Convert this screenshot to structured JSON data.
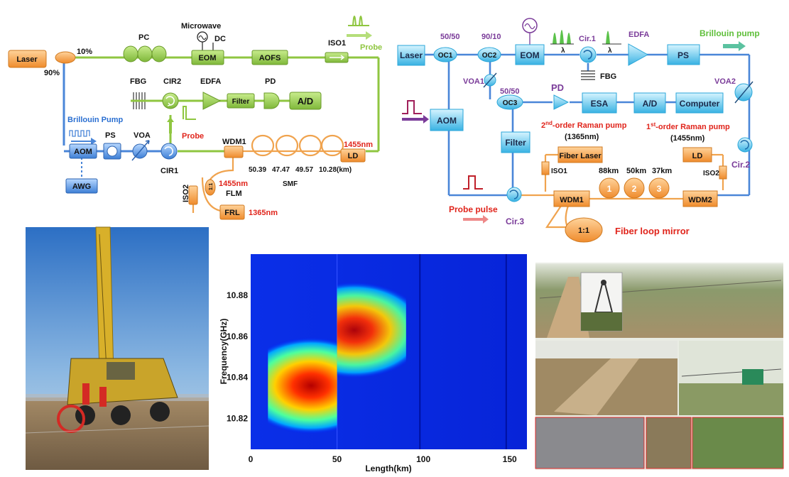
{
  "diagram_left": {
    "laser": "Laser",
    "split_10": "10%",
    "split_90": "90%",
    "pc": "PC",
    "microwave": "Microwave",
    "dc": "DC",
    "eom": "EOM",
    "aofs": "AOFS",
    "iso1": "ISO1",
    "probe_top": "Probe",
    "fbg": "FBG",
    "cir2": "CIR2",
    "edfa": "EDFA",
    "pd": "PD",
    "filter": "Filter",
    "ad": "A/D",
    "probe_mid": "Probe",
    "brillouin_pump": "Brillouin Pump",
    "aom": "AOM",
    "ps": "PS",
    "voa": "VOA",
    "cir1": "CIR1",
    "wdm1": "WDM1",
    "ld_wl": "1455nm",
    "ld": "LD",
    "spans": [
      "50.39",
      "47.47",
      "49.57",
      "10.28(km)"
    ],
    "awg": "AWG",
    "iso2": "ISO2",
    "flm_wl": "1455nm",
    "flm": "FLM",
    "smf": "SMF",
    "frl": "FRL",
    "frl_wl": "1365nm",
    "ratio": "1:1"
  },
  "diagram_right": {
    "laser": "Laser",
    "oc1_ratio": "50/50",
    "oc1": "OC1",
    "oc2_ratio": "90/10",
    "oc2": "OC2",
    "eom": "EOM",
    "lambda": "λ",
    "cir1": "Cir.1",
    "fbg": "FBG",
    "edfa": "EDFA",
    "brillouin_pump": "Brillouin pump",
    "ps": "PS",
    "voa1": "VOA1",
    "voa2": "VOA2",
    "oc3_ratio": "50/50",
    "oc3": "OC3",
    "pd": "PD",
    "esa": "ESA",
    "ad": "A/D",
    "computer": "Computer",
    "aom": "AOM",
    "raman2_pre": "2",
    "raman2_sup": "nd",
    "raman2_post": "-order Raman pump",
    "raman2_wl": "(1365nm)",
    "raman1_pre": "1",
    "raman1_sup": "st",
    "raman1_post": "-order  Raman pump",
    "raman1_wl": "(1455nm)",
    "filter": "Filter",
    "fiber_laser": "Fiber Laser",
    "ld": "LD",
    "iso1": "ISO1",
    "iso2": "ISO2",
    "cir2": "Cir.2",
    "spans": [
      "88km",
      "50km",
      "37km"
    ],
    "span_ids": [
      "1",
      "2",
      "3"
    ],
    "probe_pulse": "Probe pulse",
    "cir3": "Cir.3",
    "wdm1": "WDM1",
    "wdm2": "WDM2",
    "ratio": "1:1",
    "fiber_loop_mirror": "Fiber loop mirror"
  },
  "chart_data": {
    "type": "heatmap",
    "xlabel": "Length(km)",
    "ylabel": "Frequency(GHz)",
    "x_ticks": [
      "0",
      "50",
      "100",
      "150"
    ],
    "y_ticks": [
      "10.88",
      "10.86",
      "10.84",
      "10.82"
    ],
    "xlim": [
      0,
      160
    ],
    "ylim": [
      10.805,
      10.9
    ],
    "colormap": "jet",
    "hotspots": [
      {
        "x_center": 35,
        "x_range": [
          10,
          50
        ],
        "y_center": 10.836,
        "intensity": 1.0
      },
      {
        "x_center": 60,
        "x_range": [
          50,
          90
        ],
        "y_center": 10.863,
        "intensity": 0.95
      }
    ],
    "segment_boundaries": [
      50,
      98,
      148
    ]
  },
  "photos": {
    "left": "field-deployment-crane",
    "right_panels": [
      "grassland-fence-line",
      "cable-laying-1",
      "cable-laying-2",
      "ground-strip-1",
      "ground-strip-2",
      "ground-strip-3"
    ]
  },
  "colors": {
    "green_line": "#8fc640",
    "blue_line": "#4a86d8",
    "orange_box": "#f5a04a",
    "cyan_box": "#5fc7ec",
    "red_text": "#e0241b",
    "purple": "#7a3b99"
  }
}
